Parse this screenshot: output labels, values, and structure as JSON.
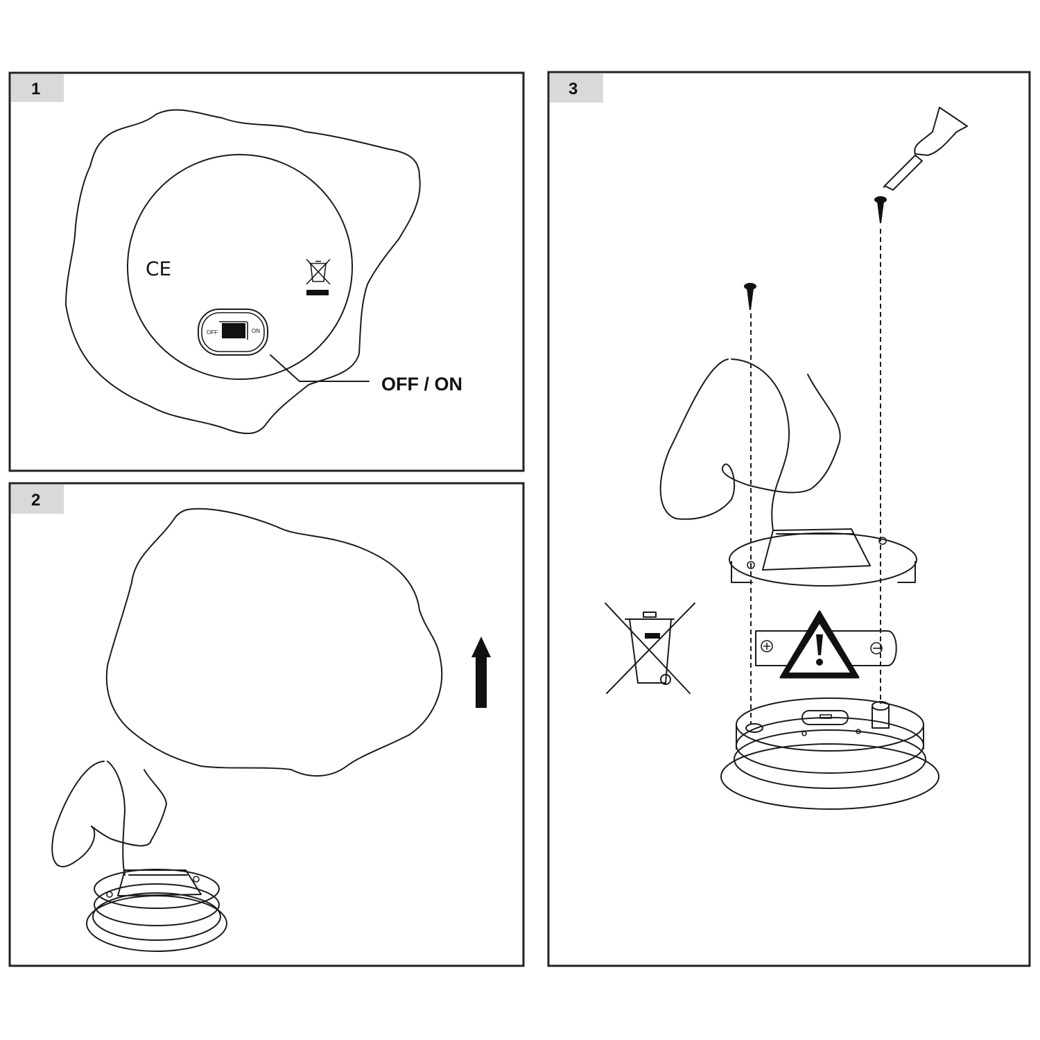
{
  "panels": [
    {
      "number": "1",
      "callout_label": "OFF / ON",
      "switch": {
        "off_label": "OFF",
        "on_label": "ON"
      },
      "marks": {
        "ce": "CE"
      }
    },
    {
      "number": "2"
    },
    {
      "number": "3"
    }
  ],
  "icons": [
    "ce-mark-icon",
    "weee-bin-icon",
    "arrow-up-icon",
    "screwdriver-icon",
    "screw-icon",
    "battery-icon",
    "warning-triangle-icon"
  ]
}
